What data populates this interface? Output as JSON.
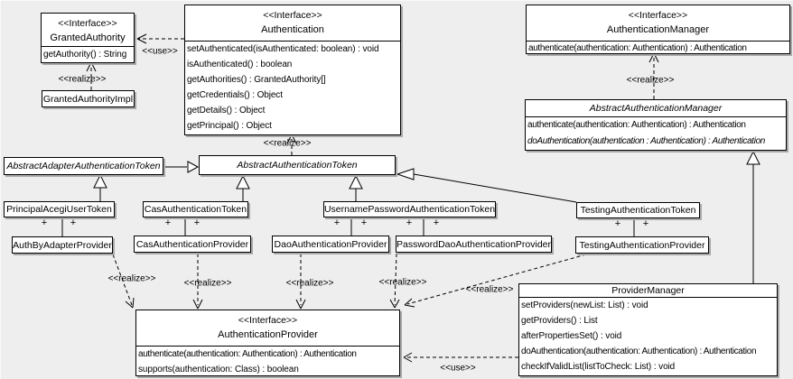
{
  "diagram": {
    "background": "#eeeeee",
    "box_fill": "#ffffff",
    "border_color": "#000000",
    "shadow_color": "#a9a9a9"
  },
  "labels": {
    "realize": "<<realize>>",
    "use": "<<use>>",
    "plus": "+"
  },
  "classes": {
    "grantedAuthority": {
      "stereotype": "<<Interface>>",
      "name": "GrantedAuthority",
      "methods": [
        "getAuthority() : String"
      ]
    },
    "grantedAuthorityImpl": {
      "name": "GrantedAuthorityImpl"
    },
    "authentication": {
      "stereotype": "<<Interface>>",
      "name": "Authentication",
      "methods": [
        "setAuthenticated(isAuthenticated: boolean) : void",
        "isAuthenticated() : boolean",
        "getAuthorities() : GrantedAuthority[]",
        "getCredentials() : Object",
        "getDetails() : Object",
        "getPrincipal() : Object"
      ]
    },
    "authenticationManager": {
      "stereotype": "<<Interface>>",
      "name": "AuthenticationManager",
      "methods": [
        "authenticate(authentication: Authentication) : Authentication"
      ]
    },
    "abstractAuthenticationManager": {
      "name": "AbstractAuthenticationManager",
      "methods": [
        "authenticate(authentication: Authentication) : Authentication",
        "doAuthentication(authentication : Authentication) : Authentication"
      ]
    },
    "abstractAdapterAuthenticationToken": {
      "name": "AbstractAdapterAuthenticationToken"
    },
    "abstractAuthenticationToken": {
      "name": "AbstractAuthenticationToken"
    },
    "principalAcegiUserToken": {
      "name": "PrincipalAcegiUserToken"
    },
    "casAuthenticationToken": {
      "name": "CasAuthenticationToken"
    },
    "usernamePasswordAuthenticationToken": {
      "name": "UsernamePasswordAuthenticationToken"
    },
    "testingAuthenticationToken": {
      "name": "TestingAuthenticationToken"
    },
    "authByAdapterProvider": {
      "name": "AuthByAdapterProvider"
    },
    "casAuthenticationProvider": {
      "name": "CasAuthenticationProvider"
    },
    "daoAuthenticationProvider": {
      "name": "DaoAuthenticationProvider"
    },
    "passwordDaoAuthenticationProvider": {
      "name": "PasswordDaoAuthenticationProvider"
    },
    "testingAuthenticationProvider": {
      "name": "TestingAuthenticationProvider"
    },
    "providerManager": {
      "name": "ProviderManager",
      "methods": [
        "setProviders(newList: List) : void",
        "getProviders() : List",
        "afterPropertiesSet() : void",
        "doAuthentication(authentication: Authentication) : Authentication",
        "checkIfValidList(listToCheck: List) : void"
      ]
    },
    "authenticationProvider": {
      "stereotype": "<<Interface>>",
      "name": "AuthenticationProvider",
      "methods": [
        "authenticate(authentication: Authentication) : Authentication",
        "supports(authentication: Class) : boolean"
      ]
    }
  }
}
